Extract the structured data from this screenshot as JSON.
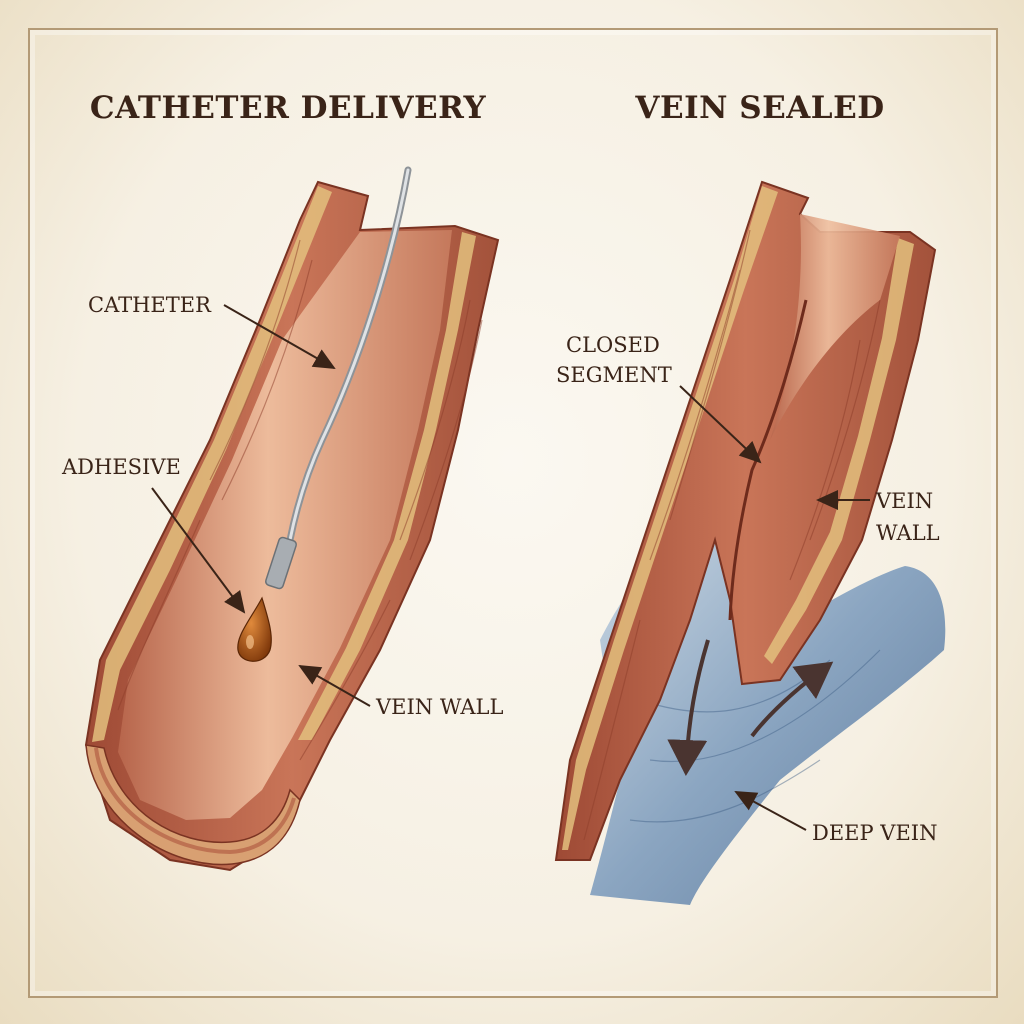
{
  "titles": {
    "left": "CATHETER DELIVERY",
    "right": "VEIN SEALED"
  },
  "labels": {
    "catheter": "CATHETER",
    "adhesive": "ADHESIVE",
    "vein_wall_left": "VEIN WALL",
    "closed_segment_line1": "CLOSED",
    "closed_segment_line2": "SEGMENT",
    "vein_wall_right_line1": "VEIN",
    "vein_wall_right_line2": "WALL",
    "deep_vein": "DEEP VEIN"
  },
  "colors": {
    "vein_outer": "#b35e45",
    "vein_inner": "#d89074",
    "fat_layer": "#e3bf7e",
    "catheter": "#b8bcc0",
    "adhesive": "#9a4a12",
    "deep_vein": "#6f8fb3",
    "ink": "#3a2418"
  }
}
